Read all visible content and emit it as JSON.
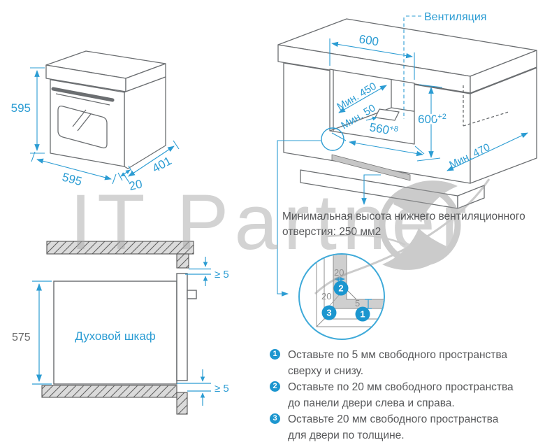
{
  "colors": {
    "dimension_blue": "#2B9CD3",
    "marker_blue": "#1C96CF",
    "detail_circle_blue": "#3FAAD9",
    "line_gray": "#6B6E71",
    "text_gray": "#57585A",
    "watermark_gray": "#A8A8A8"
  },
  "watermark": {
    "text": "IT Partner"
  },
  "oven_view": {
    "height": "595",
    "width": "595",
    "depth": "401",
    "door_gap": "20"
  },
  "cabinet_view": {
    "ventilation": "Вентиляция",
    "top_width": "600",
    "min_450": "Мин. 450",
    "min_50": "Мин. 50",
    "niche_height": "600",
    "niche_height_sup": "+2",
    "niche_width": "560",
    "niche_width_sup": "+8",
    "min_470": "Мин. 470"
  },
  "vent_note": {
    "line1": "Минимальная высота нижнего вентиляционного",
    "line2": "отверстия: 250 мм2"
  },
  "section_view": {
    "label": "Духовой шкаф",
    "height": "575",
    "gap_top": "≥ 5",
    "gap_bottom": "≥ 5"
  },
  "detail_view": {
    "dim_door_width": "20",
    "dim_side": "20",
    "dim_bottom_gap": "5",
    "marker1": "1",
    "marker2": "2",
    "marker3": "3"
  },
  "instructions": [
    {
      "num": "1",
      "line1": "Оставьте по 5 мм свободного пространства",
      "line2": "сверху и снизу."
    },
    {
      "num": "2",
      "line1": "Оставьте по 20 мм свободного пространства",
      "line2": "до панели двери слева и справа."
    },
    {
      "num": "3",
      "line1": "Оставьте 20 мм свободного пространства",
      "line2": "для двери по толщине."
    }
  ]
}
